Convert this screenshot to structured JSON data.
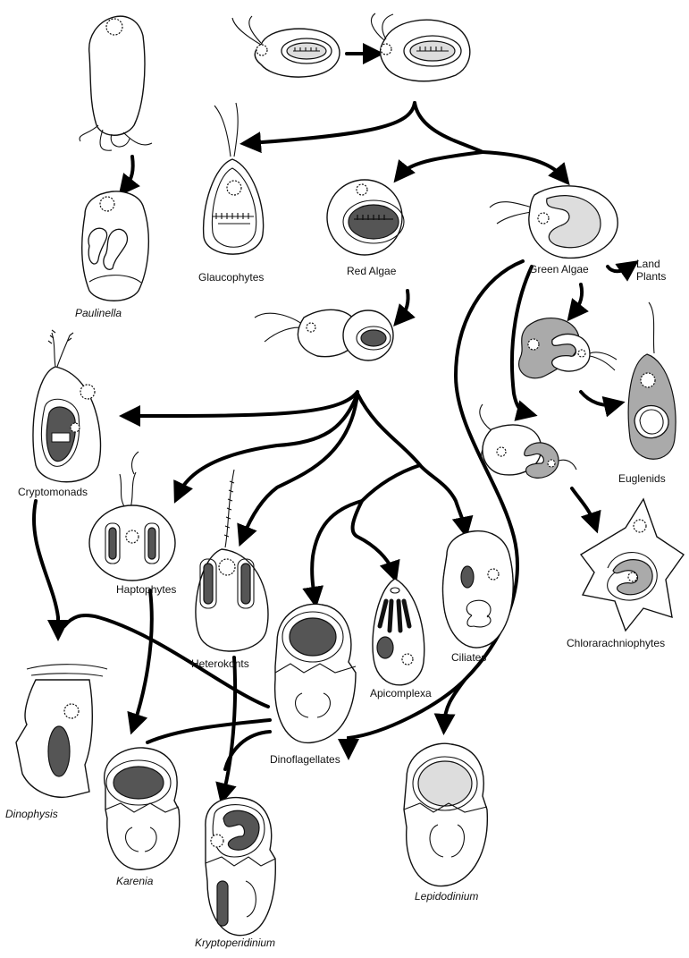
{
  "labels": {
    "paulinella": "Paulinella",
    "glaucophytes": "Glaucophytes",
    "red_algae": "Red Algae",
    "green_algae": "Green Algae",
    "land_plants": "Land\nPlants",
    "cryptomonads": "Cryptomonads",
    "haptophytes": "Haptophytes",
    "heterokonts": "Heterokonts",
    "dinoflagellates": "Dinoflagellates",
    "apicomplexa": "Apicomplexa",
    "ciliates": "Ciliates",
    "euglenids": "Euglenids",
    "chlorarachniophytes": "Chlorarachniophytes",
    "dinophysis": "Dinophysis",
    "karenia": "Karenia",
    "kryptoperidinium": "Kryptoperidinium",
    "lepidodinium": "Lepidodinium"
  }
}
